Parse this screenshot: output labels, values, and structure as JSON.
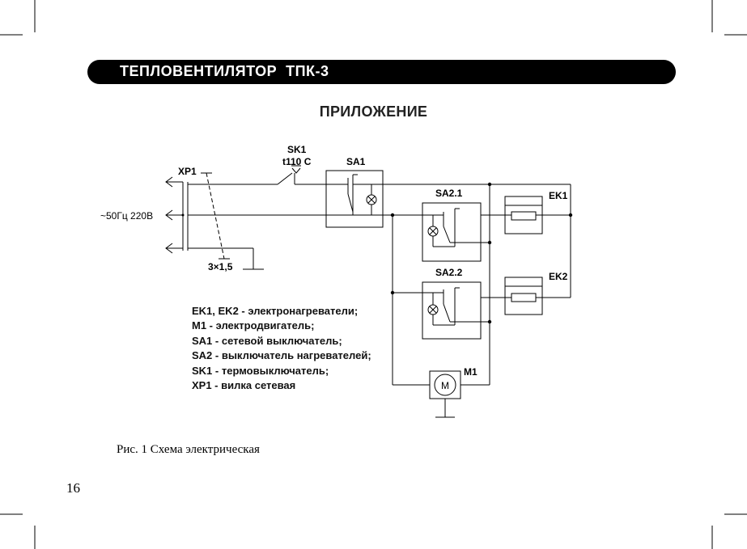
{
  "header": {
    "title": "ТЕПЛОВЕНТИЛЯТОР  ТПК-3"
  },
  "section": {
    "heading": "ПРИЛОЖЕНИЕ"
  },
  "diagram": {
    "labels": {
      "xp1": "XP1",
      "supply": "~50Гц 220В",
      "sk1": "SK1",
      "sk1_temp": "t110 C",
      "sa1": "SA1",
      "sa2_1": "SA2.1",
      "sa2_2": "SA2.2",
      "ek1": "EK1",
      "ek2": "EK2",
      "m1": "M1",
      "motor_symbol": "M",
      "cable": "3×1,5"
    },
    "legend": [
      "EK1, EK2 - электронагреватели;",
      "M1 - электродвигатель;",
      "SA1 - сетевой выключатель;",
      "SA2 - выключатель нагревателей;",
      "SK1 - термовыключатель;",
      "XP1 - вилка сетевая"
    ]
  },
  "caption": "Рис. 1 Схема электрическая",
  "page_number": "16"
}
